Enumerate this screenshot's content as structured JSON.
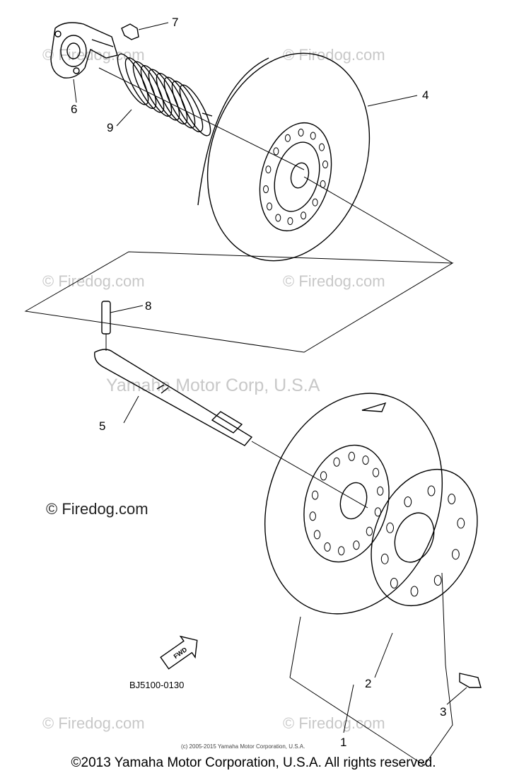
{
  "watermarks": {
    "firedog": "© Firedog.com",
    "yamaha": "Yamaha Motor Corp, U.S.A"
  },
  "callouts": {
    "c1": "1",
    "c2": "2",
    "c3": "3",
    "c4": "4",
    "c5": "5",
    "c6": "6",
    "c7": "7",
    "c8": "8",
    "c9": "9"
  },
  "fwd_label": "FWD",
  "part_code": "BJ5100-0130",
  "copyright_small": "(c) 2005-2015 Yamaha Motor Corporation, U.S.A.",
  "copyright_main": "©2013 Yamaha Motor Corporation, U.S.A. All rights reserved."
}
